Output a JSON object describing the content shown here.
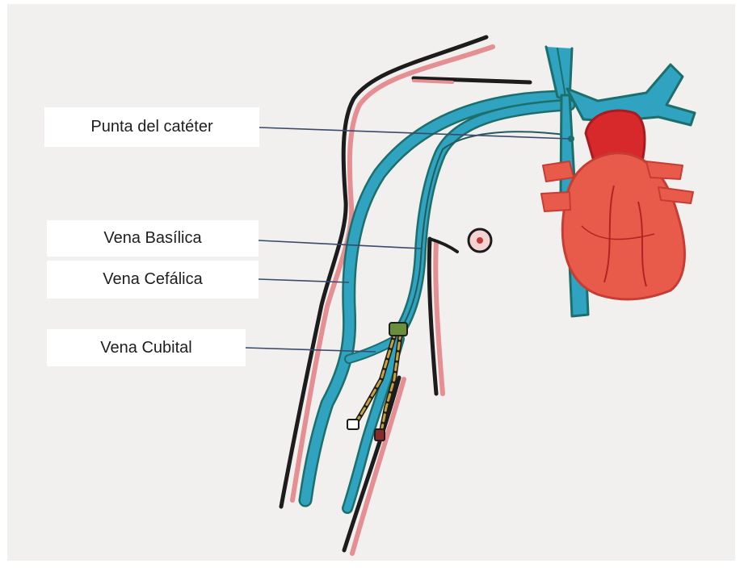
{
  "labels": {
    "catheter_tip": "Punta del catéter",
    "basilic_vein": "Vena Basílica",
    "cephalic_vein": "Vena Cefálica",
    "cubital_vein": "Vena Cubital"
  },
  "colors": {
    "vein": "#2fa3c0",
    "vein_outline": "#1d6f6b",
    "heart": "#e85a4a",
    "heart_dark": "#d7282b",
    "skin_outline": "#1c1c1c",
    "skin_shadow": "#e58f93",
    "leader_line": "#3a4a6a"
  }
}
